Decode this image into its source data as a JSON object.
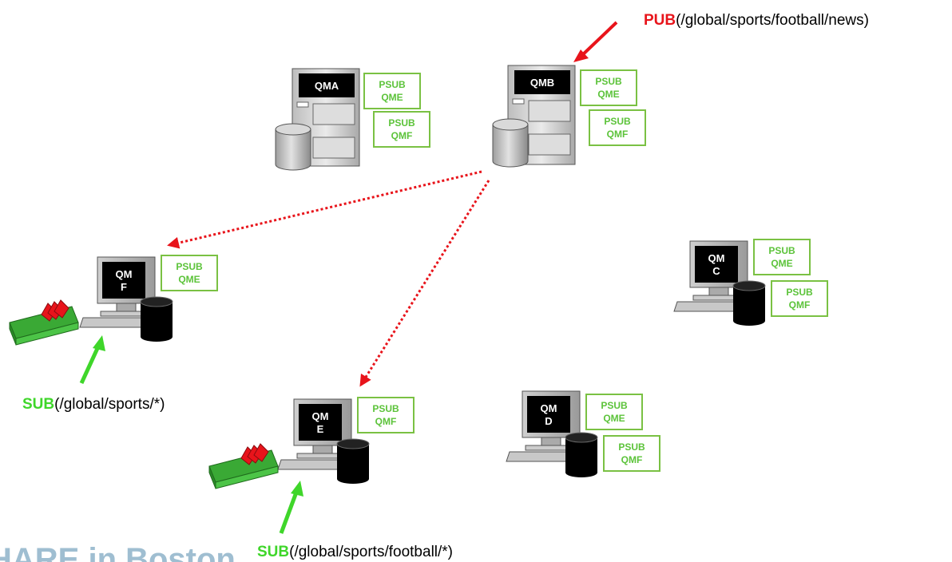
{
  "queue_managers": {
    "qma": {
      "title": "QMA",
      "psub": [
        [
          "PSUB",
          "QME"
        ],
        [
          "PSUB",
          "QMF"
        ]
      ]
    },
    "qmb": {
      "title": "QMB",
      "psub": [
        [
          "PSUB",
          "QME"
        ],
        [
          "PSUB",
          "QMF"
        ]
      ]
    },
    "qmc": {
      "title": [
        "QM",
        "C"
      ],
      "psub": [
        [
          "PSUB",
          "QME"
        ],
        [
          "PSUB",
          "QMF"
        ]
      ]
    },
    "qmd": {
      "title": [
        "QM",
        "D"
      ],
      "psub": [
        [
          "PSUB",
          "QME"
        ],
        [
          "PSUB",
          "QMF"
        ]
      ]
    },
    "qme": {
      "title": [
        "QM",
        "E"
      ],
      "psub": [
        [
          "PSUB",
          "QMF"
        ]
      ]
    },
    "qmf": {
      "title": [
        "QM",
        "F"
      ],
      "psub": [
        [
          "PSUB",
          "QME"
        ]
      ]
    }
  },
  "publish": {
    "keyword": "PUB",
    "topic": "(/global/sports/football/news)"
  },
  "subscriptions": {
    "qmf": {
      "keyword": "SUB",
      "topic": "(/global/sports/*)"
    },
    "qme": {
      "keyword": "SUB",
      "topic": "(/global/sports/football/*)"
    }
  },
  "footer_logo": "HARE in Boston",
  "colors": {
    "pub": "#e8141b",
    "sub": "#3fd62a",
    "psub": "#5cc33a",
    "route": "#e8141b"
  }
}
